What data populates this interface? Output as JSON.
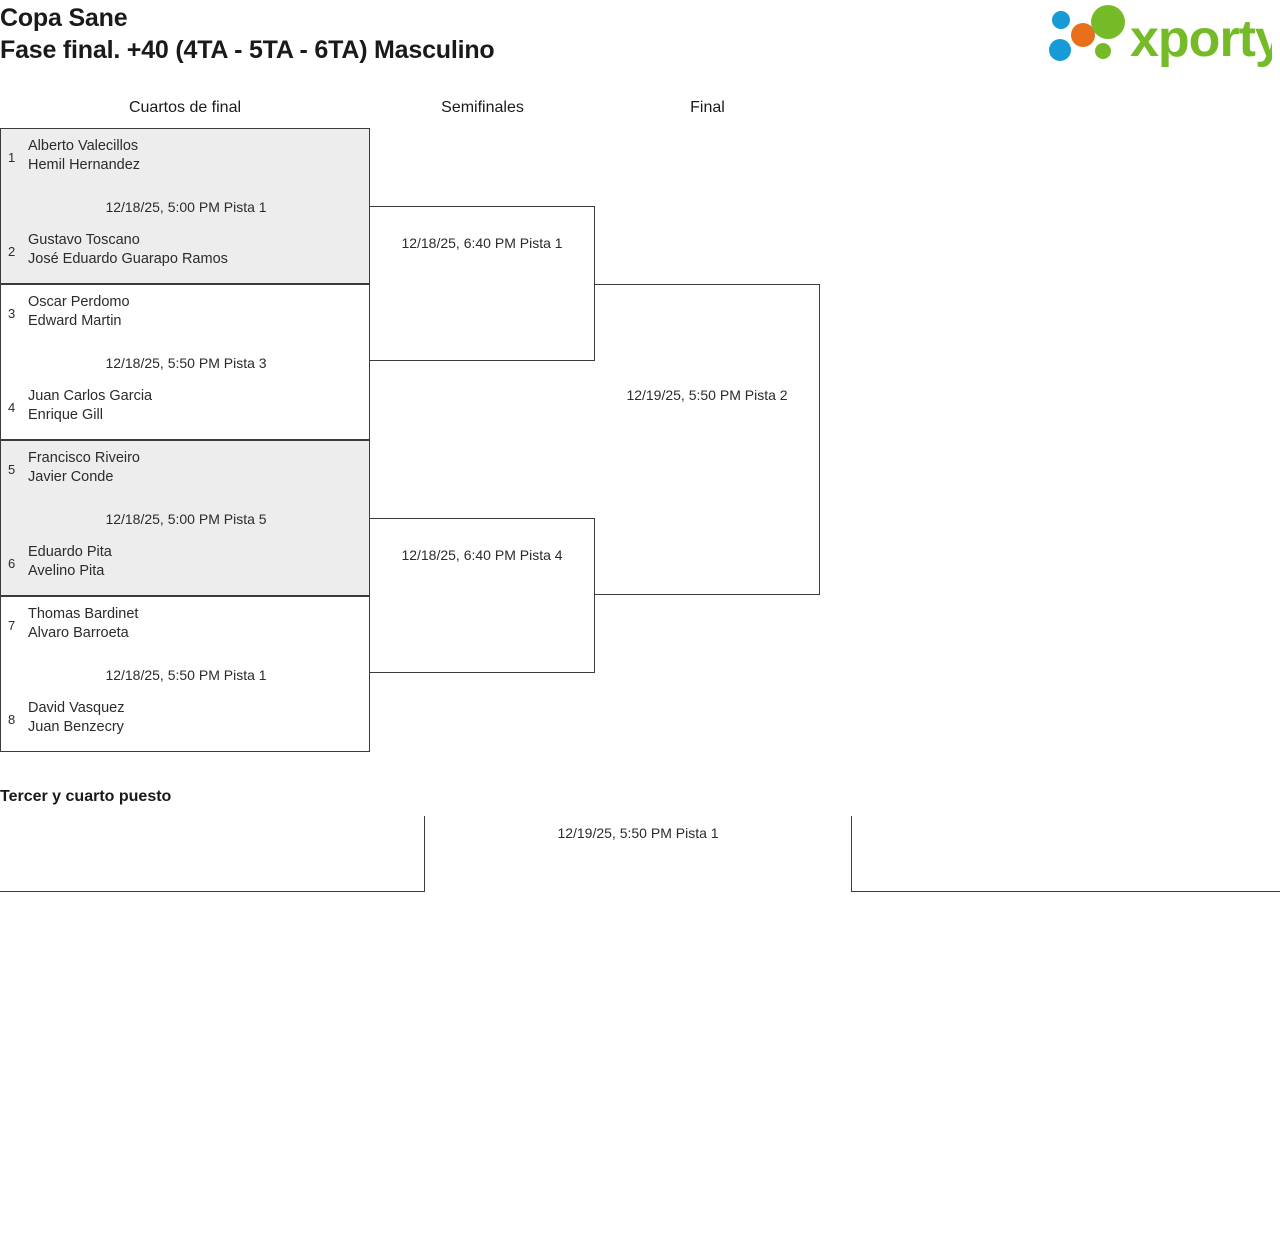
{
  "header": {
    "tournament_name": "Copa Sane",
    "category": "Fase final. +40 (4TA - 5TA - 6TA) Masculino",
    "logo_text": "xporty",
    "logo_colors": {
      "green": "#74bb27",
      "orange": "#e8701a",
      "blue": "#169bd7"
    }
  },
  "rounds": {
    "quarterfinals_label": "Cuartos de final",
    "semifinals_label": "Semifinales",
    "final_label": "Final"
  },
  "quarterfinals": [
    {
      "shaded": true,
      "top": {
        "seed": "1",
        "player1": "Alberto Valecillos",
        "player2": "Hemil Hernandez"
      },
      "bottom": {
        "seed": "2",
        "player1": "Gustavo Toscano",
        "player2": "José Eduardo Guarapo Ramos"
      },
      "schedule": "12/18/25, 5:00 PM Pista 1"
    },
    {
      "shaded": false,
      "top": {
        "seed": "3",
        "player1": "Oscar Perdomo",
        "player2": "Edward Martin"
      },
      "bottom": {
        "seed": "4",
        "player1": "Juan Carlos Garcia",
        "player2": "Enrique Gill"
      },
      "schedule": "12/18/25, 5:50 PM Pista 3"
    },
    {
      "shaded": true,
      "top": {
        "seed": "5",
        "player1": "Francisco Riveiro",
        "player2": "Javier Conde"
      },
      "bottom": {
        "seed": "6",
        "player1": "Eduardo Pita",
        "player2": "Avelino Pita"
      },
      "schedule": "12/18/25, 5:00 PM Pista 5"
    },
    {
      "shaded": false,
      "top": {
        "seed": "7",
        "player1": "Thomas Bardinet",
        "player2": "Alvaro Barroeta"
      },
      "bottom": {
        "seed": "8",
        "player1": "David Vasquez",
        "player2": "Juan Benzecry"
      },
      "schedule": "12/18/25, 5:50 PM Pista 1"
    }
  ],
  "semifinals": [
    {
      "schedule": "12/18/25, 6:40 PM Pista 1"
    },
    {
      "schedule": "12/18/25, 6:40 PM Pista 4"
    }
  ],
  "final": {
    "schedule": "12/19/25, 5:50 PM Pista 2"
  },
  "third_place": {
    "title": "Tercer y cuarto puesto",
    "schedule": "12/19/25, 5:50 PM Pista 1"
  }
}
